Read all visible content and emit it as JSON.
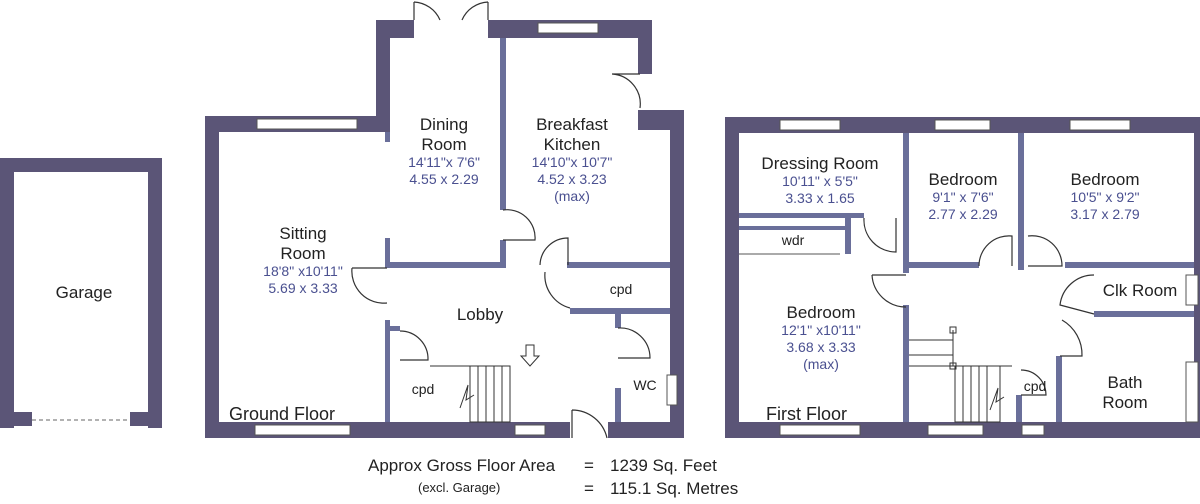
{
  "floors": {
    "ground": "Ground Floor",
    "first": "First Floor"
  },
  "rooms": {
    "garage": {
      "name": "Garage"
    },
    "dining": {
      "name1": "Dining",
      "name2": "Room",
      "dim_ft": "14'11\"x  7'6\"",
      "dim_m": "4.55  x  2.29"
    },
    "kitchen": {
      "name1": "Breakfast",
      "name2": "Kitchen",
      "dim_ft": "14'10\"x 10'7\"",
      "dim_m": "4.52  x  3.23",
      "note": "(max)"
    },
    "sitting": {
      "name1": "Sitting",
      "name2": "Room",
      "dim_ft": "18'8\"  x10'11\"",
      "dim_m": "5.69  x  3.33"
    },
    "lobby": {
      "name": "Lobby"
    },
    "cpd_kitchen": {
      "name": "cpd"
    },
    "cpd_stairs": {
      "name": "cpd"
    },
    "wc": {
      "name": "WC"
    },
    "dressing": {
      "name": "Dressing Room",
      "dim_ft": "10'11\"  x  5'5\"",
      "dim_m": "3.33  x  1.65"
    },
    "bedroom2": {
      "name": "Bedroom",
      "dim_ft": "9'1\"  x  7'6\"",
      "dim_m": "2.77  x  2.29"
    },
    "bedroom3": {
      "name": "Bedroom",
      "dim_ft": "10'5\"  x  9'2\"",
      "dim_m": "3.17  x  2.79"
    },
    "wdr": {
      "name": "wdr"
    },
    "bedroom1": {
      "name": "Bedroom",
      "dim_ft": "12'1\"  x10'11\"",
      "dim_m": "3.68  x  3.33",
      "note": "(max)"
    },
    "clk": {
      "name": "Clk Room"
    },
    "bath": {
      "name1": "Bath",
      "name2": "Room"
    },
    "cpd_first": {
      "name": "cpd"
    }
  },
  "area": {
    "label": "Approx Gross Floor Area",
    "note": "(excl. Garage)",
    "eq1": "=",
    "eq2": "=",
    "sqft": "1239  Sq. Feet",
    "sqm": "115.1  Sq. Metres"
  }
}
